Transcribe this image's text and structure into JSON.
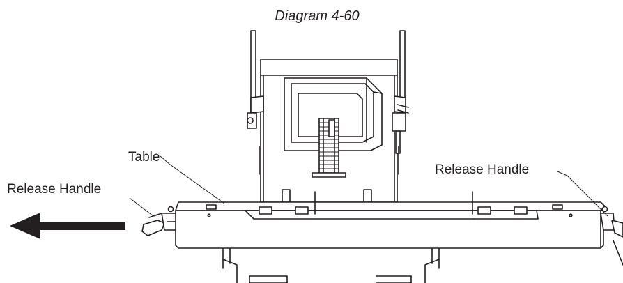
{
  "diagram": {
    "title": "Diagram 4-60",
    "labels": {
      "table": "Table",
      "release_handle_left": "Release Handle",
      "release_handle_right": "Release Handle"
    },
    "arrow_direction": "left",
    "colors": {
      "line": "#231f20",
      "background": "#ffffff"
    }
  }
}
